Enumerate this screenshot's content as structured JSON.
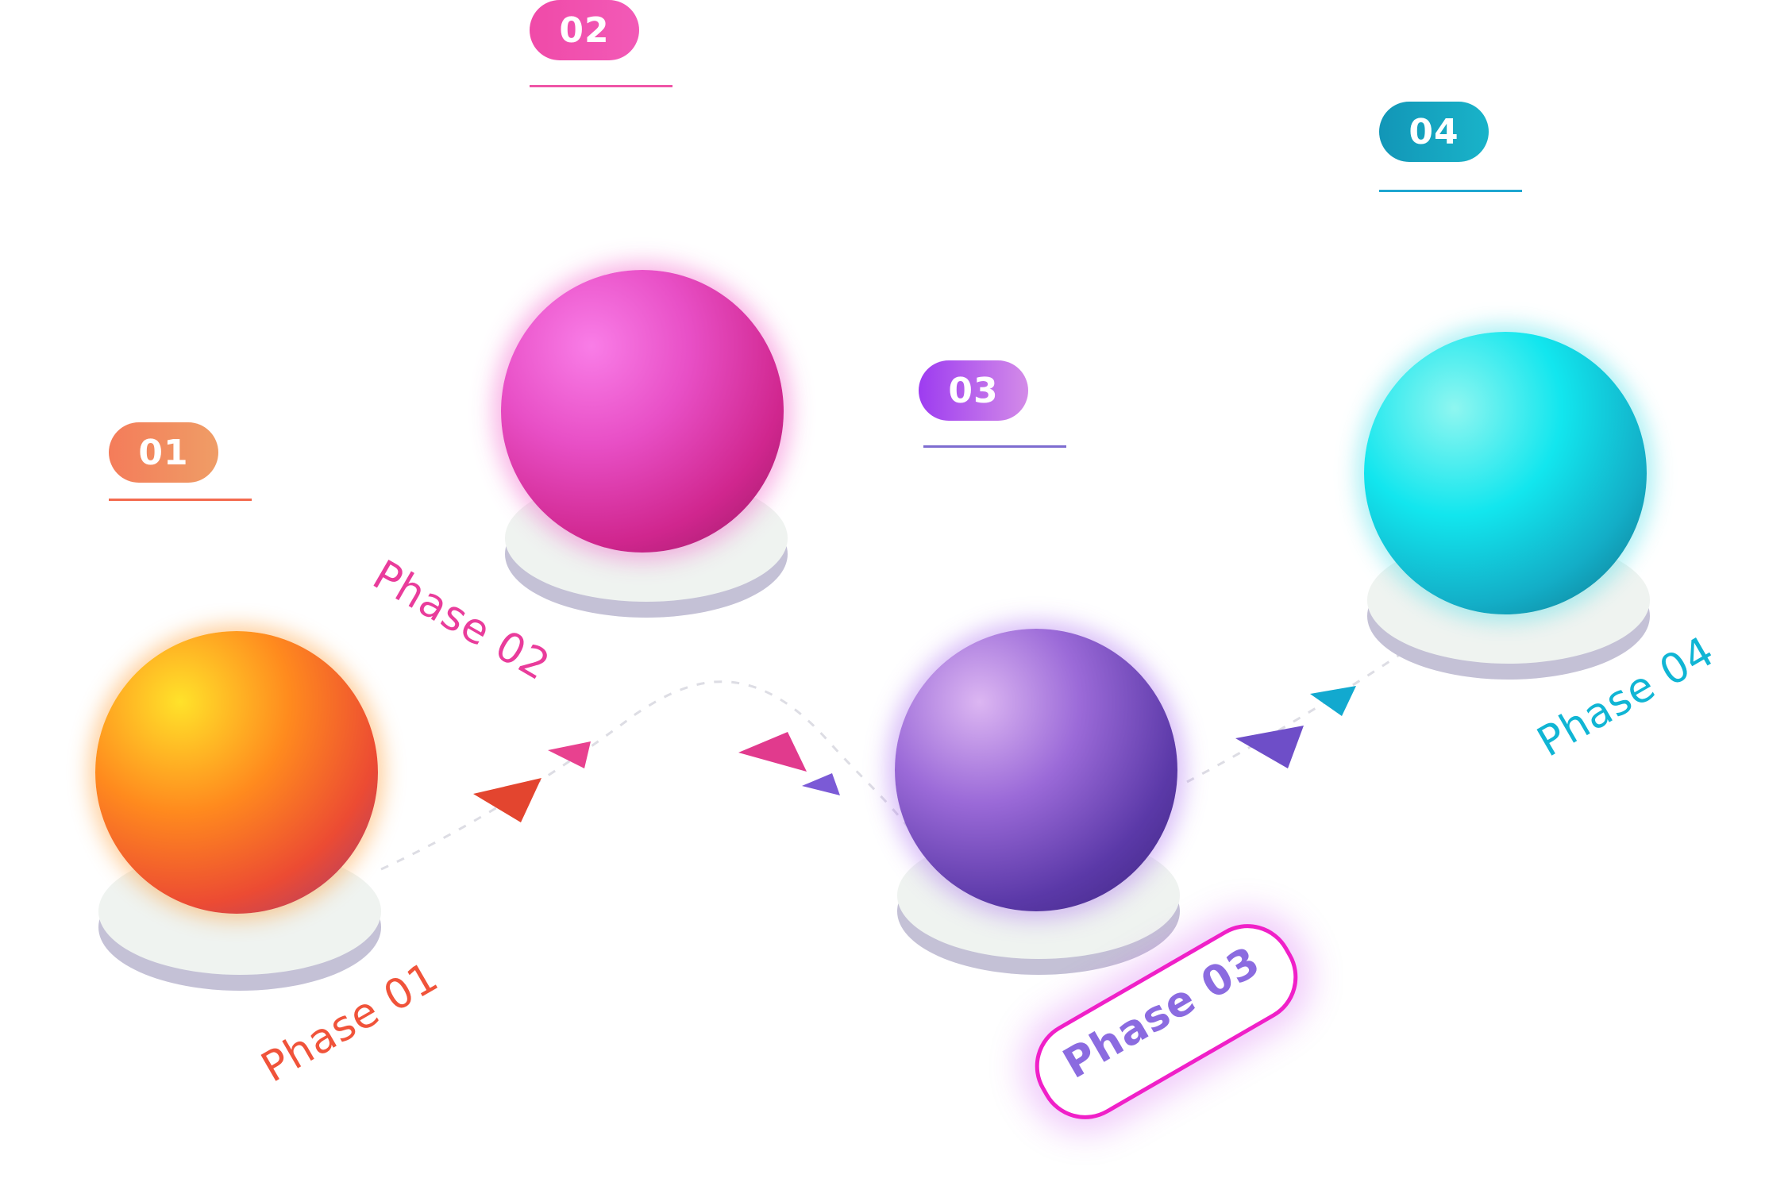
{
  "phases": [
    {
      "number": "01",
      "label": "Phase 01",
      "color": "#f0533a",
      "badge_gradient": [
        "#f47c5a",
        "#ef9d66"
      ]
    },
    {
      "number": "02",
      "label": "Phase 02",
      "color": "#e93c9b",
      "badge_gradient": [
        "#f04aa8",
        "#f25ab7"
      ]
    },
    {
      "number": "03",
      "label": "Phase 03",
      "color": "#8b6be0",
      "badge_gradient": [
        "#9d3cf0",
        "#d38be8"
      ]
    },
    {
      "number": "04",
      "label": "Phase 04",
      "color": "#10b5d4",
      "badge_gradient": [
        "#1296b7",
        "#19b3c9"
      ]
    }
  ],
  "colors": {
    "sphere_01": [
      "#ffe22a",
      "#ff8a1e",
      "#ec4b33",
      "#9a3a7a"
    ],
    "sphere_02": [
      "#f97de7",
      "#e84fc6",
      "#d0268e",
      "#951a63"
    ],
    "sphere_03": [
      "#dcb6f2",
      "#9b6ad8",
      "#5b39a8",
      "#3b237c"
    ],
    "sphere_04": [
      "#8ff6f0",
      "#12e6ee",
      "#13aec7",
      "#0d6f86"
    ],
    "highlight_ring": "#f020c8"
  }
}
